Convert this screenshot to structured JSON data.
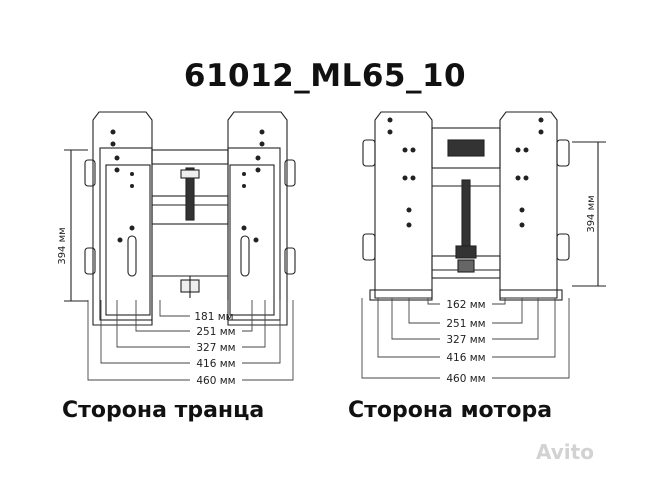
{
  "title": "61012_ML65_10",
  "left_view": {
    "caption": "Сторона транца",
    "height_label": "394 мм",
    "widths": [
      "181 мм",
      "251 мм",
      "327 мм",
      "416 мм",
      "460 мм"
    ]
  },
  "right_view": {
    "caption": "Сторона мотора",
    "height_label": "394 мм",
    "widths": [
      "162 мм",
      "251 мм",
      "327 мм",
      "416 мм",
      "460 мм"
    ]
  },
  "watermark": "Avito"
}
